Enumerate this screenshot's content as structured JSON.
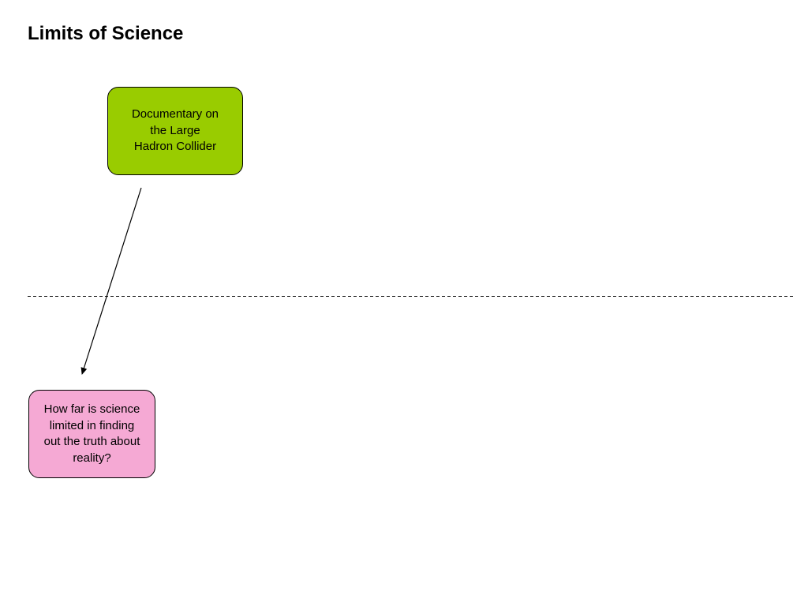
{
  "slide": {
    "title": "Limits of Science"
  },
  "nodes": {
    "source": {
      "lines": [
        "Documentary on",
        "the Large",
        "Hadron Collider"
      ],
      "fill": "#99cc00"
    },
    "question": {
      "lines": [
        "How far is science",
        "limited in finding",
        "out the truth about",
        "reality?"
      ],
      "fill": "#f5a9d4"
    }
  },
  "colors": {
    "background": "#ffffff",
    "border": "#000000",
    "divider": "#000000",
    "arrow": "#000000"
  },
  "connectors": [
    {
      "from": "source",
      "to": "question",
      "style": "arrow"
    }
  ],
  "divider": {
    "style": "dashed"
  }
}
